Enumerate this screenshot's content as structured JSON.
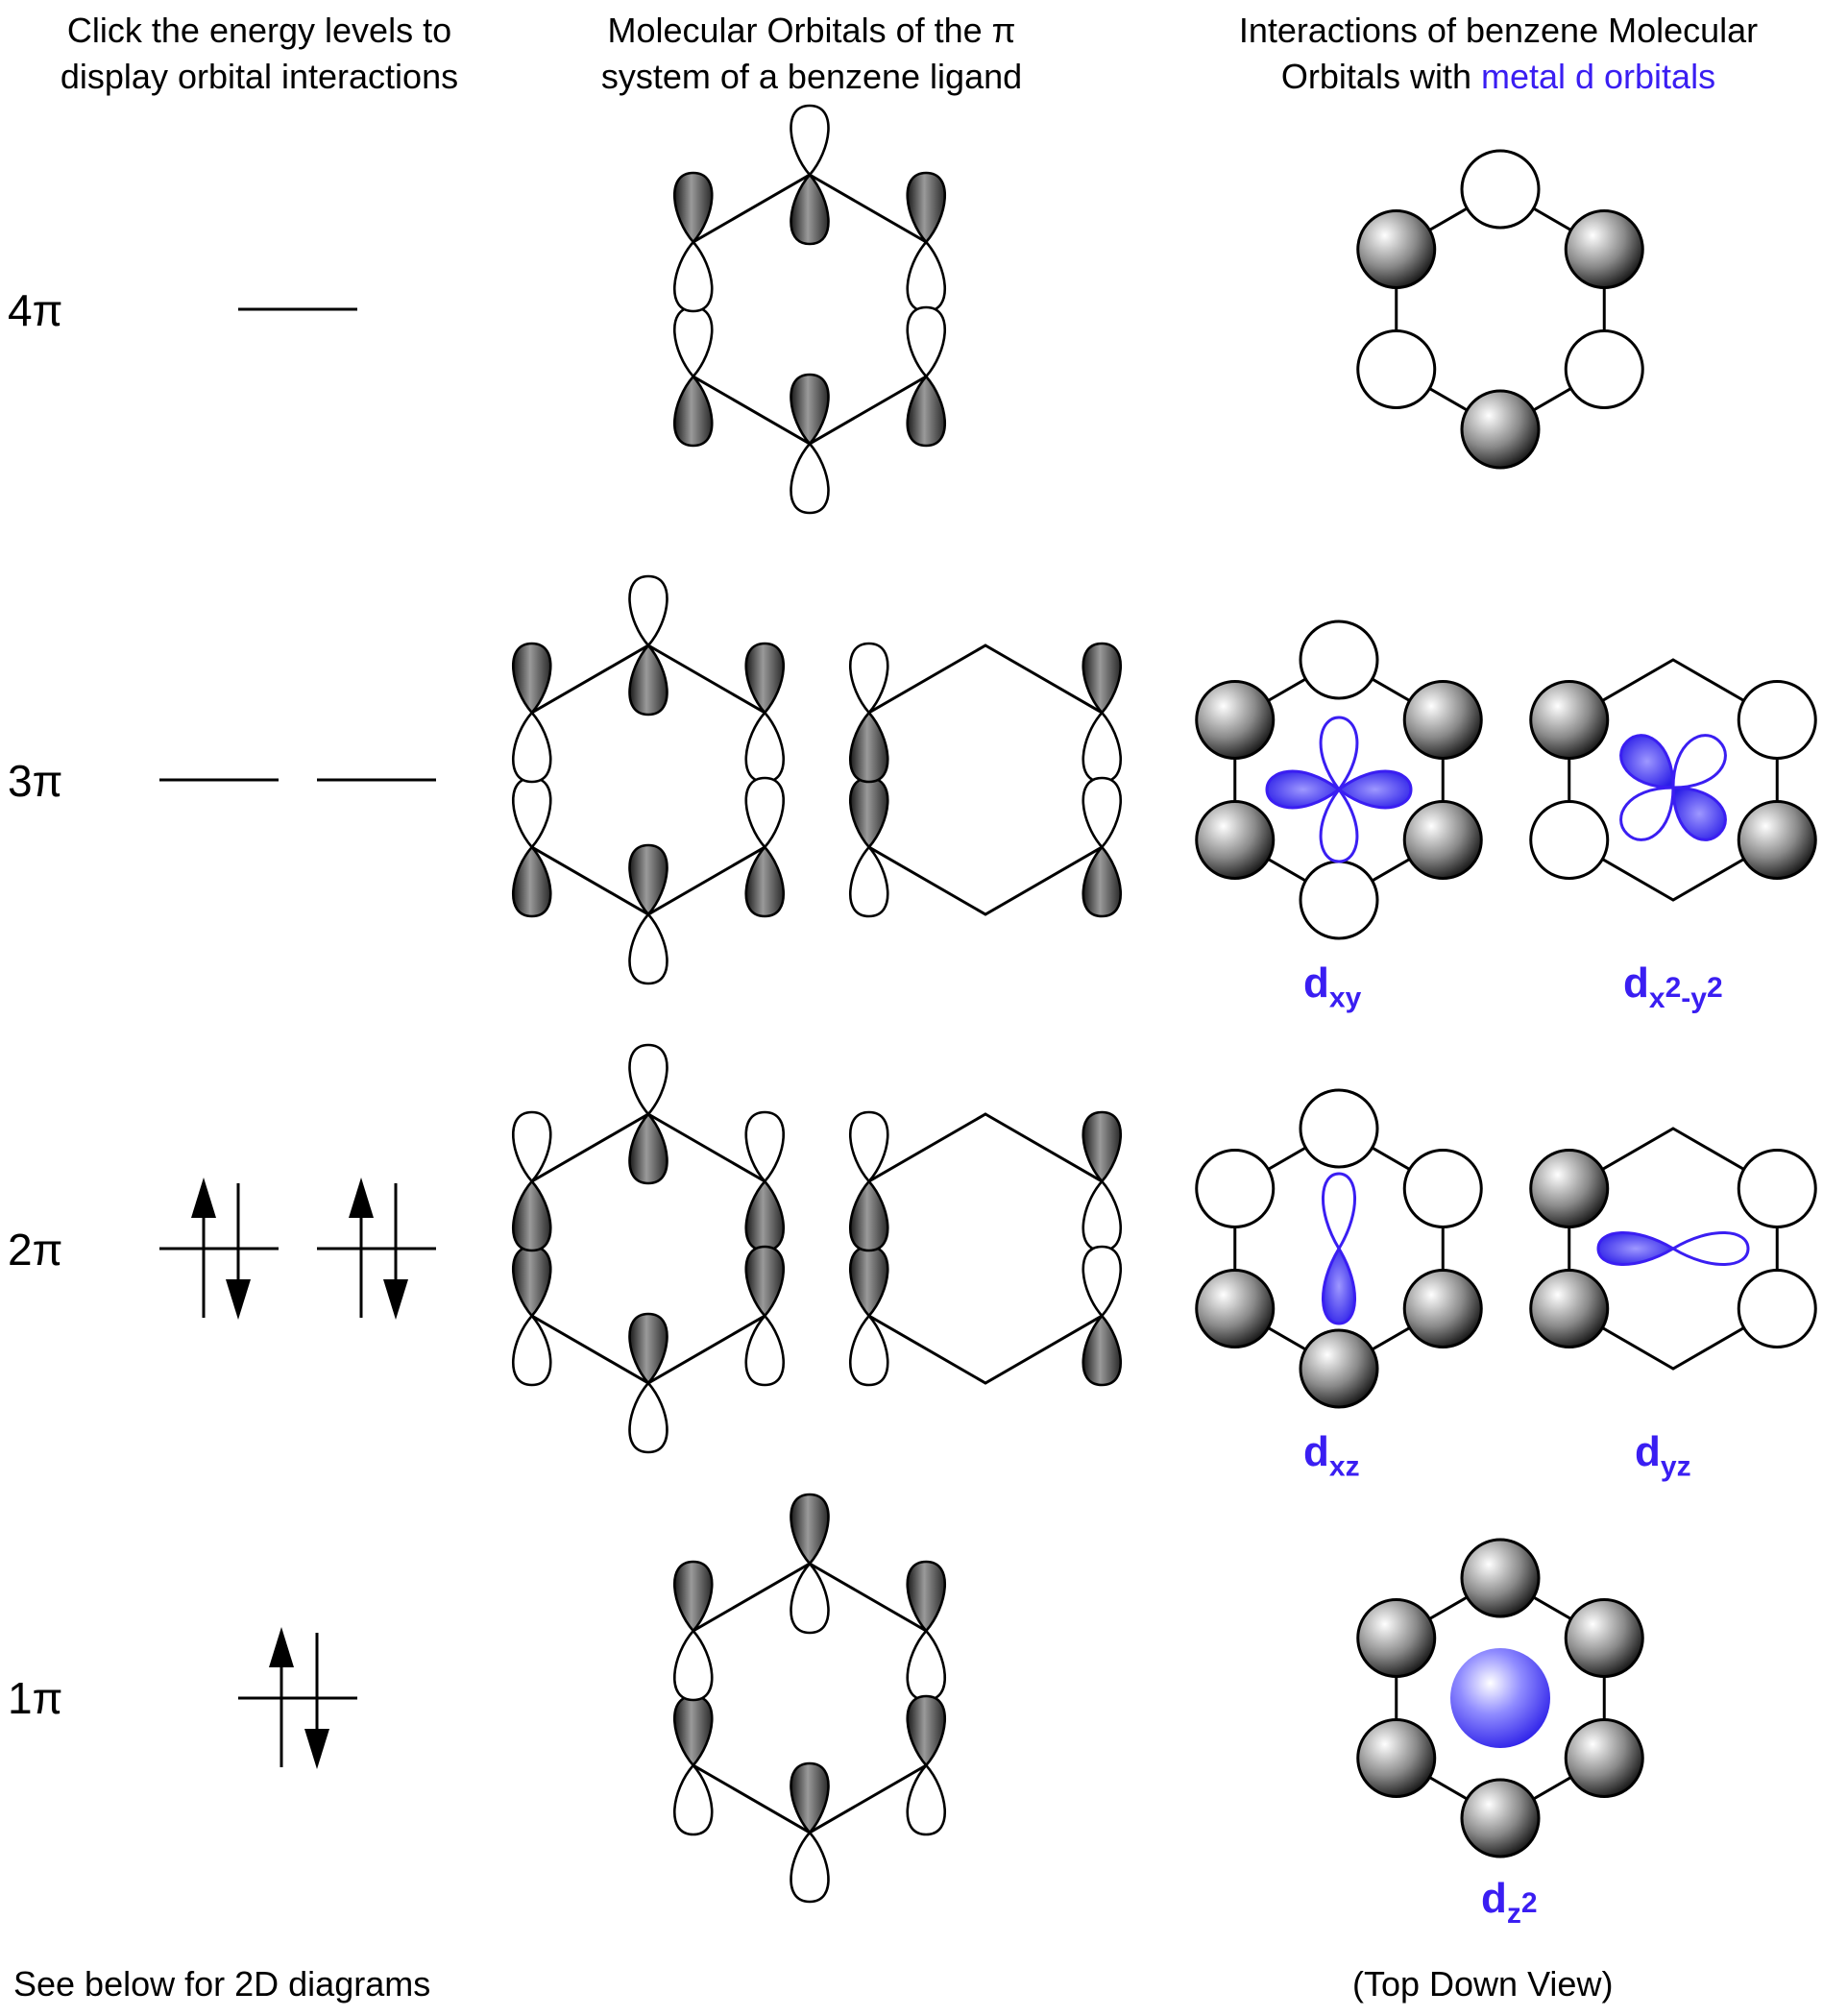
{
  "headers": {
    "col1_line1": "Click the energy levels to",
    "col1_line2": "display orbital interactions",
    "col2_line1": "Molecular Orbitals of the π",
    "col2_line2": "system of a benzene ligand",
    "col3_line1": "Interactions of benzene Molecular",
    "col3_line2_prefix": "Orbitals with ",
    "col3_line2_highlight": "metal d orbitals"
  },
  "levels": [
    {
      "id": "4pi",
      "label": "4π",
      "electrons": "none",
      "degenerate": 1
    },
    {
      "id": "3pi",
      "label": "3π",
      "electrons": "none",
      "degenerate": 2
    },
    {
      "id": "2pi",
      "label": "2π",
      "electrons": "paired",
      "degenerate": 2
    },
    {
      "id": "1pi",
      "label": "1π",
      "electrons": "paired",
      "degenerate": 1
    }
  ],
  "d_orbitals": {
    "dxy": {
      "base": "d",
      "sub": "xy"
    },
    "dx2y2": {
      "base": "d",
      "sub_a": "x",
      "sup_a": "2",
      "sub_mid": "-y",
      "sup_b": "2"
    },
    "dxz": {
      "base": "d",
      "sub": "xz"
    },
    "dyz": {
      "base": "d",
      "sub": "yz"
    },
    "dz2": {
      "base": "d",
      "sub": "z",
      "sup": "2"
    }
  },
  "footer": {
    "left": "See below for 2D diagrams",
    "right": "(Top Down View)"
  },
  "colors": {
    "accent_blue": "#3a1ef2",
    "lobe_dark": "#3a3a3a",
    "ink": "#000000"
  }
}
